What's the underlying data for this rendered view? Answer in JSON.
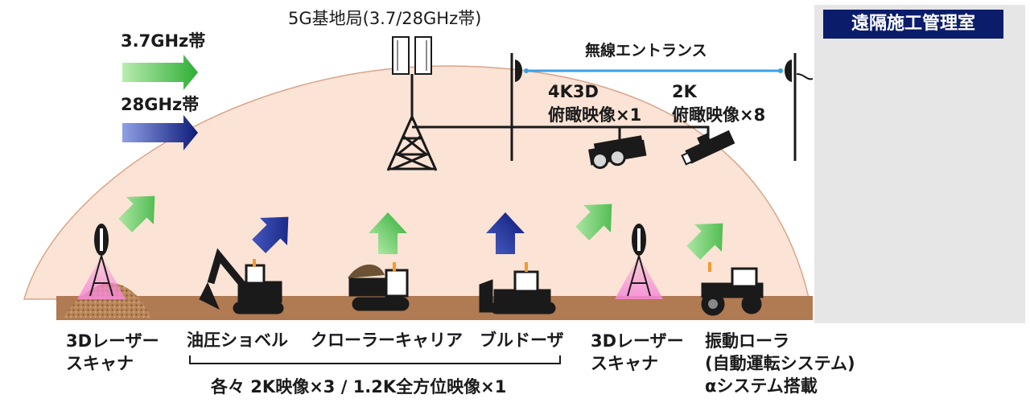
{
  "legend": {
    "band1_label": "3.7GHz帯",
    "band2_label": "28GHz帯",
    "band1_color": "#4fc24c",
    "band2_color": "#1b2a8a"
  },
  "base_station": {
    "label": "5G基地局(3.7/28GHz帯)"
  },
  "wireless": {
    "label": "無線エントランス",
    "link_color": "#3aa0e6"
  },
  "cameras": {
    "cam_4k_label": "4K3D\n俯瞰映像×1",
    "cam_2k_label": "2K\n俯瞰映像×8"
  },
  "machines": {
    "scanner_left": "3Dレーザー\nスキャナ",
    "excavator": "油圧ショベル",
    "crawler": "クローラーキャリア",
    "bulldozer": "ブルドーザ",
    "scanner_right": "3Dレーザー\nスキャナ",
    "roller": "振動ローラ\n(自動運転システム)\nαシステム搭載"
  },
  "group_caption": "各々 2K映像×3 / 1.2K全方位映像×1",
  "remote_room": {
    "title": "遠隔施工管理室",
    "bg_color": "#e6e6e6",
    "title_bg": "#0b1c6b"
  },
  "colors": {
    "dome_fill": "#fbe3d5",
    "dome_stroke": "#d9a58a",
    "ground": "#b07a52",
    "scanner_beam": "#f58ad6"
  }
}
